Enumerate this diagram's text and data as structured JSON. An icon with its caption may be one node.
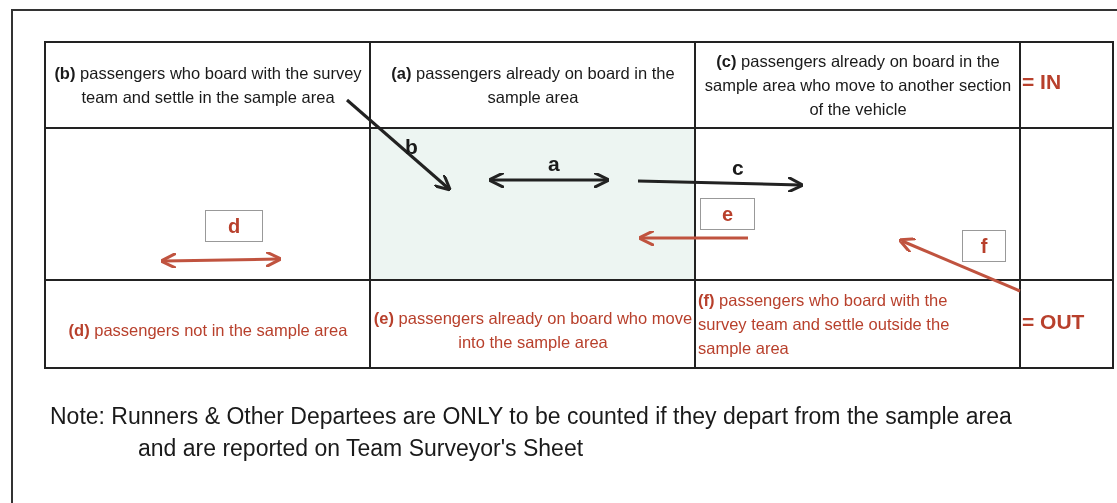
{
  "diagram": {
    "labels": [
      "**(b)** passengers who board with the survey team and settle in the sample area",
      "**(a)** passengers already on board in the sample area",
      "**(c)** passengers already on board in the sample area who move to another section of the vehicle",
      "= IN",
      "b",
      "a",
      "c",
      "d",
      "e",
      "f",
      "**(d)** passengers not in the sample area",
      "**(e)** passengers already on board who move into the sample area",
      "**(f)** passengers who board with the survey team and settle outside the sample area",
      "= OUT",
      "Note: Runners & Other Departees are ONLY to be counted if they depart from the sample area and are reported on Team Surveyor's Sheet"
    ]
  }
}
